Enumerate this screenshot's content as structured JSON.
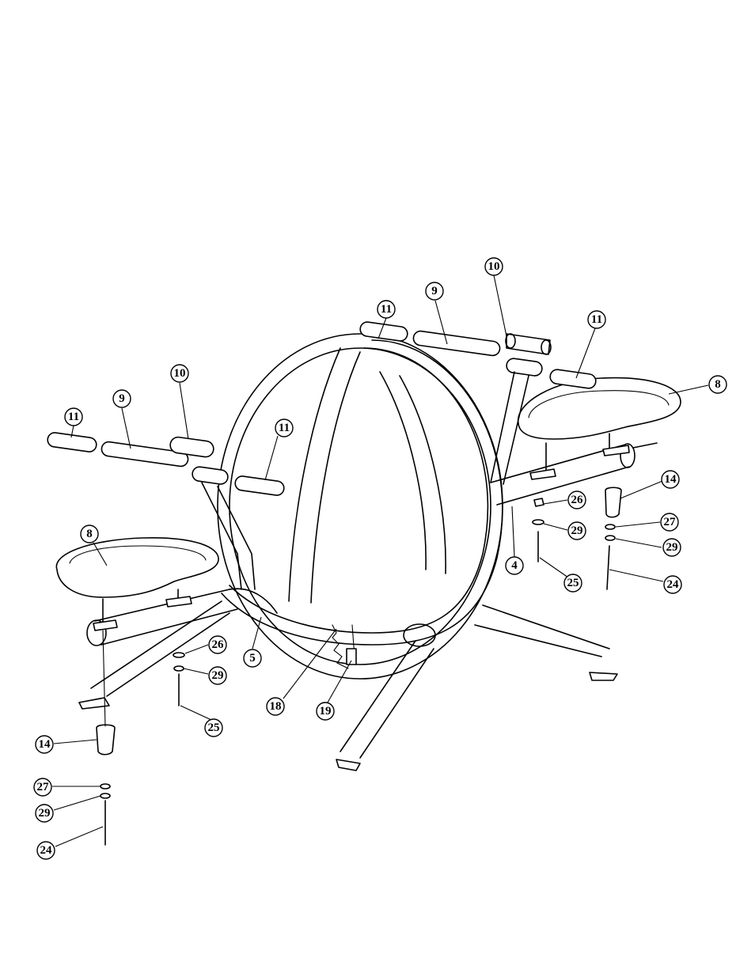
{
  "diagram": {
    "type": "exploded-parts-assembly",
    "callouts": [
      {
        "id": "c10a",
        "label": "10"
      },
      {
        "id": "c9a",
        "label": "9"
      },
      {
        "id": "c11a",
        "label": "11"
      },
      {
        "id": "c11b",
        "label": "11"
      },
      {
        "id": "c8a",
        "label": "8"
      },
      {
        "id": "c14a",
        "label": "14"
      },
      {
        "id": "c26a",
        "label": "26"
      },
      {
        "id": "c27a",
        "label": "27"
      },
      {
        "id": "c29a",
        "label": "29"
      },
      {
        "id": "c29b",
        "label": "29"
      },
      {
        "id": "c4",
        "label": "4"
      },
      {
        "id": "c25a",
        "label": "25"
      },
      {
        "id": "c24a",
        "label": "24"
      },
      {
        "id": "c10b",
        "label": "10"
      },
      {
        "id": "c9b",
        "label": "9"
      },
      {
        "id": "c11c",
        "label": "11"
      },
      {
        "id": "c11d",
        "label": "11"
      },
      {
        "id": "c8b",
        "label": "8"
      },
      {
        "id": "c26b",
        "label": "26"
      },
      {
        "id": "c29c",
        "label": "29"
      },
      {
        "id": "c5",
        "label": "5"
      },
      {
        "id": "c25b",
        "label": "25"
      },
      {
        "id": "c18",
        "label": "18"
      },
      {
        "id": "c19",
        "label": "19"
      },
      {
        "id": "c14b",
        "label": "14"
      },
      {
        "id": "c27b",
        "label": "27"
      },
      {
        "id": "c29d",
        "label": "29"
      },
      {
        "id": "c24b",
        "label": "24"
      }
    ]
  }
}
